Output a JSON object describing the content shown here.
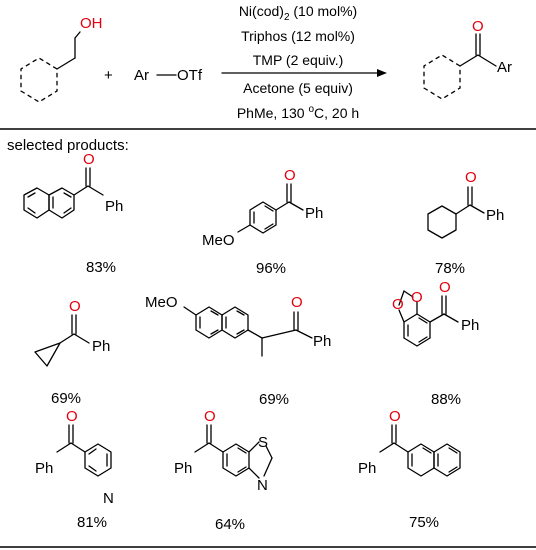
{
  "conditions": {
    "catalyst": "Ni(cod)",
    "catalyst_sub": "2",
    "catalyst_amount": " (10 mol%)",
    "ligand": "Triphos (12 mol%)",
    "base": "TMP (2 equiv.)",
    "additive": "Acetone (5 equiv)",
    "solvent": "PhMe, 130 ",
    "temp_unit": "o",
    "temp_rest": "C,  20 h"
  },
  "reactants": {
    "alcohol_label": "OH",
    "plus": "+",
    "aryl_triflate": "Ar",
    "triflate": "OTf"
  },
  "product_general": {
    "oxygen": "O",
    "aryl": "Ar"
  },
  "section_label": "selected products:",
  "atoms": {
    "oxygen": "O",
    "phenyl": "Ph",
    "methoxy": "MeO",
    "nitrogen": "N",
    "sulfur": "S"
  },
  "products": [
    {
      "yield": "83%"
    },
    {
      "yield": "96%"
    },
    {
      "yield": "78%"
    },
    {
      "yield": "69%"
    },
    {
      "yield": "69%"
    },
    {
      "yield": "88%"
    },
    {
      "yield": "81%"
    },
    {
      "yield": "64%"
    },
    {
      "yield": "75%"
    }
  ]
}
